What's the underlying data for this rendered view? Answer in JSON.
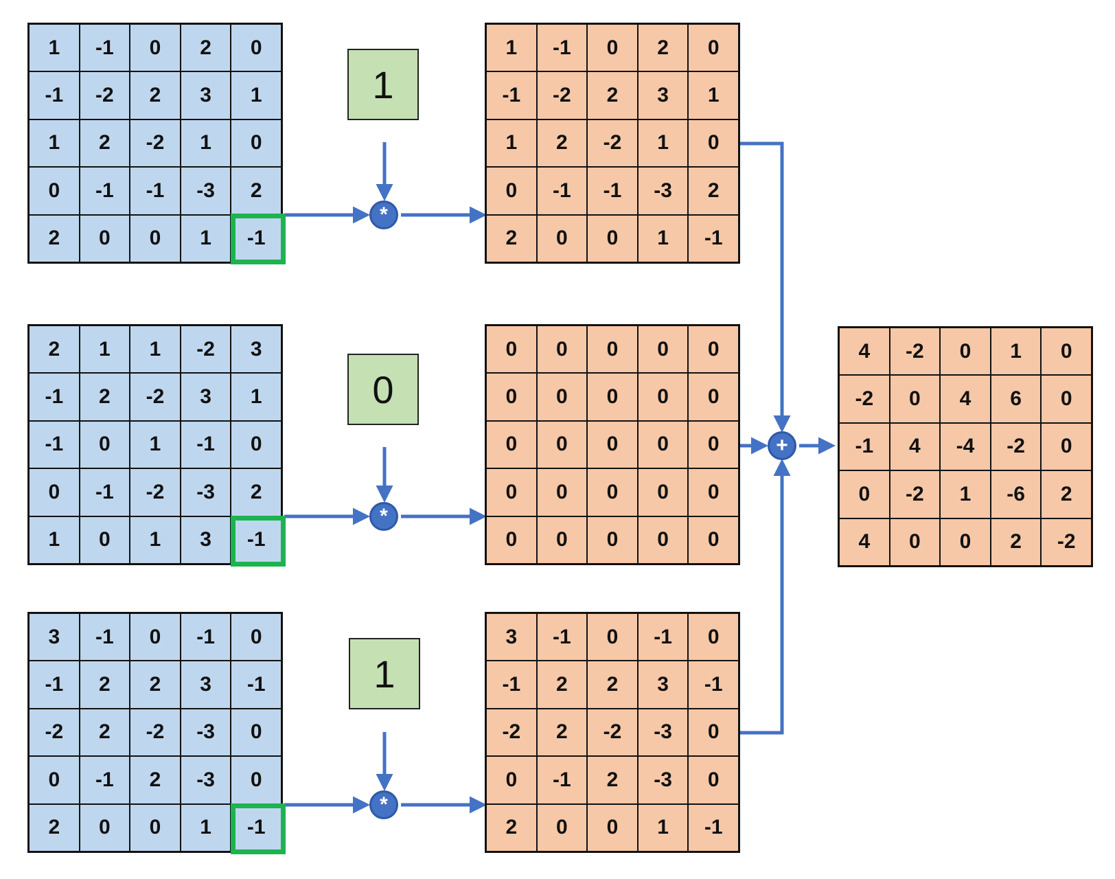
{
  "inputs": [
    [
      [
        1,
        -1,
        0,
        2,
        0
      ],
      [
        -1,
        -2,
        2,
        3,
        1
      ],
      [
        1,
        2,
        -2,
        1,
        0
      ],
      [
        0,
        -1,
        -1,
        -3,
        2
      ],
      [
        2,
        0,
        0,
        1,
        -1
      ]
    ],
    [
      [
        2,
        1,
        1,
        -2,
        3
      ],
      [
        -1,
        2,
        -2,
        3,
        1
      ],
      [
        -1,
        0,
        1,
        -1,
        0
      ],
      [
        0,
        -1,
        -2,
        -3,
        2
      ],
      [
        1,
        0,
        1,
        3,
        -1
      ]
    ],
    [
      [
        3,
        -1,
        0,
        -1,
        0
      ],
      [
        -1,
        2,
        2,
        3,
        -1
      ],
      [
        -2,
        2,
        -2,
        -3,
        0
      ],
      [
        0,
        -1,
        2,
        -3,
        0
      ],
      [
        2,
        0,
        0,
        1,
        -1
      ]
    ]
  ],
  "weights": [
    "1",
    "0",
    "1"
  ],
  "outputs": [
    [
      [
        1,
        -1,
        0,
        2,
        0
      ],
      [
        -1,
        -2,
        2,
        3,
        1
      ],
      [
        1,
        2,
        -2,
        1,
        0
      ],
      [
        0,
        -1,
        -1,
        -3,
        2
      ],
      [
        2,
        0,
        0,
        1,
        -1
      ]
    ],
    [
      [
        0,
        0,
        0,
        0,
        0
      ],
      [
        0,
        0,
        0,
        0,
        0
      ],
      [
        0,
        0,
        0,
        0,
        0
      ],
      [
        0,
        0,
        0,
        0,
        0
      ],
      [
        0,
        0,
        0,
        0,
        0
      ]
    ],
    [
      [
        3,
        -1,
        0,
        -1,
        0
      ],
      [
        -1,
        2,
        2,
        3,
        -1
      ],
      [
        -2,
        2,
        -2,
        -3,
        0
      ],
      [
        0,
        -1,
        2,
        -3,
        0
      ],
      [
        2,
        0,
        0,
        1,
        -1
      ]
    ]
  ],
  "result": [
    [
      4,
      -2,
      0,
      1,
      0
    ],
    [
      -2,
      0,
      4,
      6,
      0
    ],
    [
      -1,
      4,
      -4,
      -2,
      0
    ],
    [
      0,
      -2,
      1,
      -6,
      2
    ],
    [
      4,
      0,
      0,
      2,
      -2
    ]
  ],
  "operators": {
    "multiply": "*",
    "add": "+"
  },
  "colors": {
    "input_fill": "#bfd7ee",
    "output_fill": "#f6c8a7",
    "weight_fill": "#c5e0b3",
    "highlight": "#1db34f",
    "arrow": "#4472c4"
  }
}
